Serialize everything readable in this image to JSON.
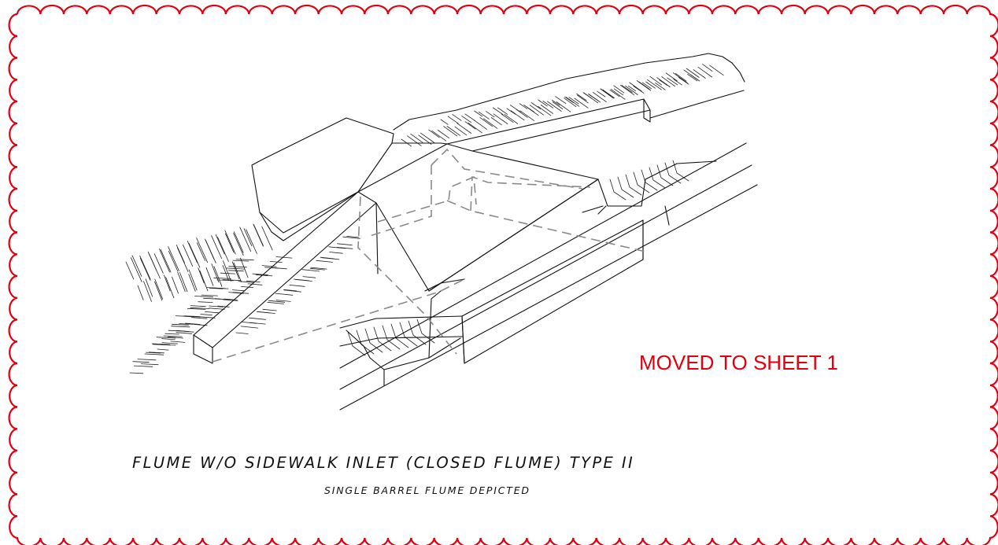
{
  "colors": {
    "revision_cloud": "#e0000f",
    "linework": "#111111",
    "hidden_lines": "#8a8a8a",
    "background": "#ffffff"
  },
  "drawing": {
    "title": "FLUME W/O SIDEWALK INLET (CLOSED FLUME) TYPE II",
    "subtitle": "SINGLE BARREL FLUME DEPICTED"
  },
  "revision": {
    "note": "MOVED TO SHEET 1"
  }
}
